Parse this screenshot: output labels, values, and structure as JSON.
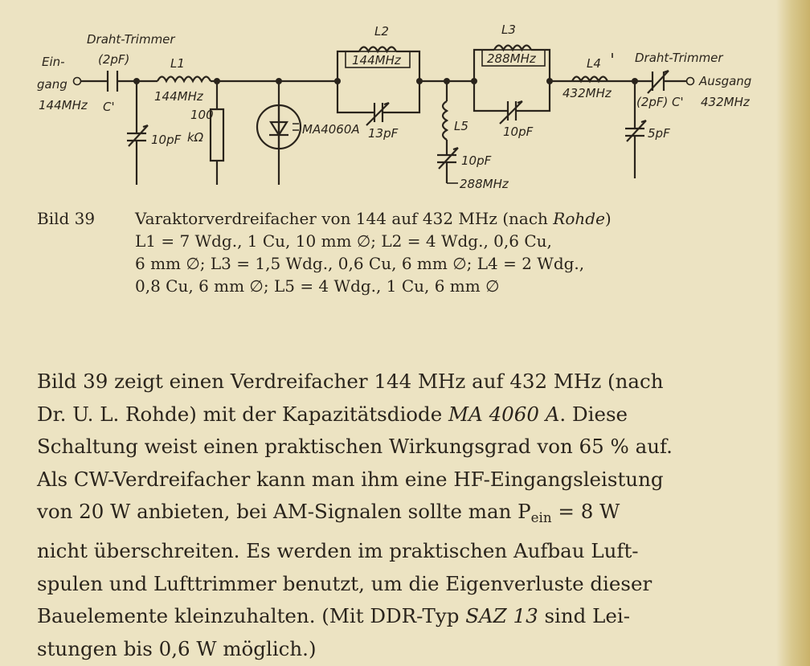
{
  "schematic": {
    "in_label": [
      "Ein-",
      "gang"
    ],
    "in_freq": "144MHz",
    "trimmer_left": "Draht-Trimmer",
    "trimmer_left_val": "(2pF)",
    "c_prime_left": "C'",
    "l1": "L1",
    "l1_freq": "144MHz",
    "c_10pf_left": "10pF",
    "r_value": "100",
    "r_unit": "kΩ",
    "diode": "MA4060A",
    "l2": "L2",
    "l2_freq": "144MHz",
    "c_13pf": "13pF",
    "l5": "L5",
    "c_10pf_l5": "10pF",
    "l5_freq": "288MHz",
    "l3": "L3",
    "l3_freq": "288MHz",
    "c_10pf_l3": "10pF",
    "l4": "L4",
    "l4_freq": "432MHz",
    "trimmer_right": "Draht-Trimmer",
    "trimmer_right_val": "(2pF)",
    "c_prime_right": "C'",
    "c_5pf": "5pF",
    "out_label": "Ausgang",
    "out_freq": "432MHz"
  },
  "caption": {
    "label": "Bild 39",
    "line1": "Varaktorverdreifacher von 144 auf 432 MHz (nach ",
    "line1_author": "Rohde",
    "line1_end": ")",
    "line2": "L1 = 7 Wdg., 1 Cu, 10 mm ∅; L2 = 4 Wdg., 0,6 Cu,",
    "line3": "6 mm ∅; L3 = 1,5 Wdg., 0,6 Cu, 6 mm ∅; L4 = 2 Wdg.,",
    "line4": "0,8 Cu, 6 mm ∅; L5 = 4 Wdg., 1 Cu, 6 mm ∅"
  },
  "body": {
    "l1": "Bild 39 zeigt einen Verdreifacher 144 MHz auf 432 MHz (nach",
    "l2a": "Dr. U. L. Rohde) mit der Kapazitätsdiode ",
    "l2_diode": "MA 4060 A",
    "l2b": ". Diese",
    "l3": "Schaltung weist einen praktischen Wirkungsgrad von 65 % auf.",
    "l4": "Als CW-Verdreifacher kann man ihm eine HF-Eingangsleistung",
    "l5a": "von 20 W anbieten, bei AM-Signalen sollte man P",
    "l5_sub": "ein",
    "l5b": " = 8 W",
    "l6": "nicht überschreiten. Es werden im praktischen Aufbau Luft-",
    "l7": "spulen und Lufttrimmer benutzt, um die Eigenverluste dieser",
    "l8": "Bauelemente kleinzuhalten. (Mit DDR-Typ ",
    "l8_type": "SAZ 13",
    "l8b": " sind Lei-",
    "l9": "stungen bis 0,6 W möglich.)"
  }
}
